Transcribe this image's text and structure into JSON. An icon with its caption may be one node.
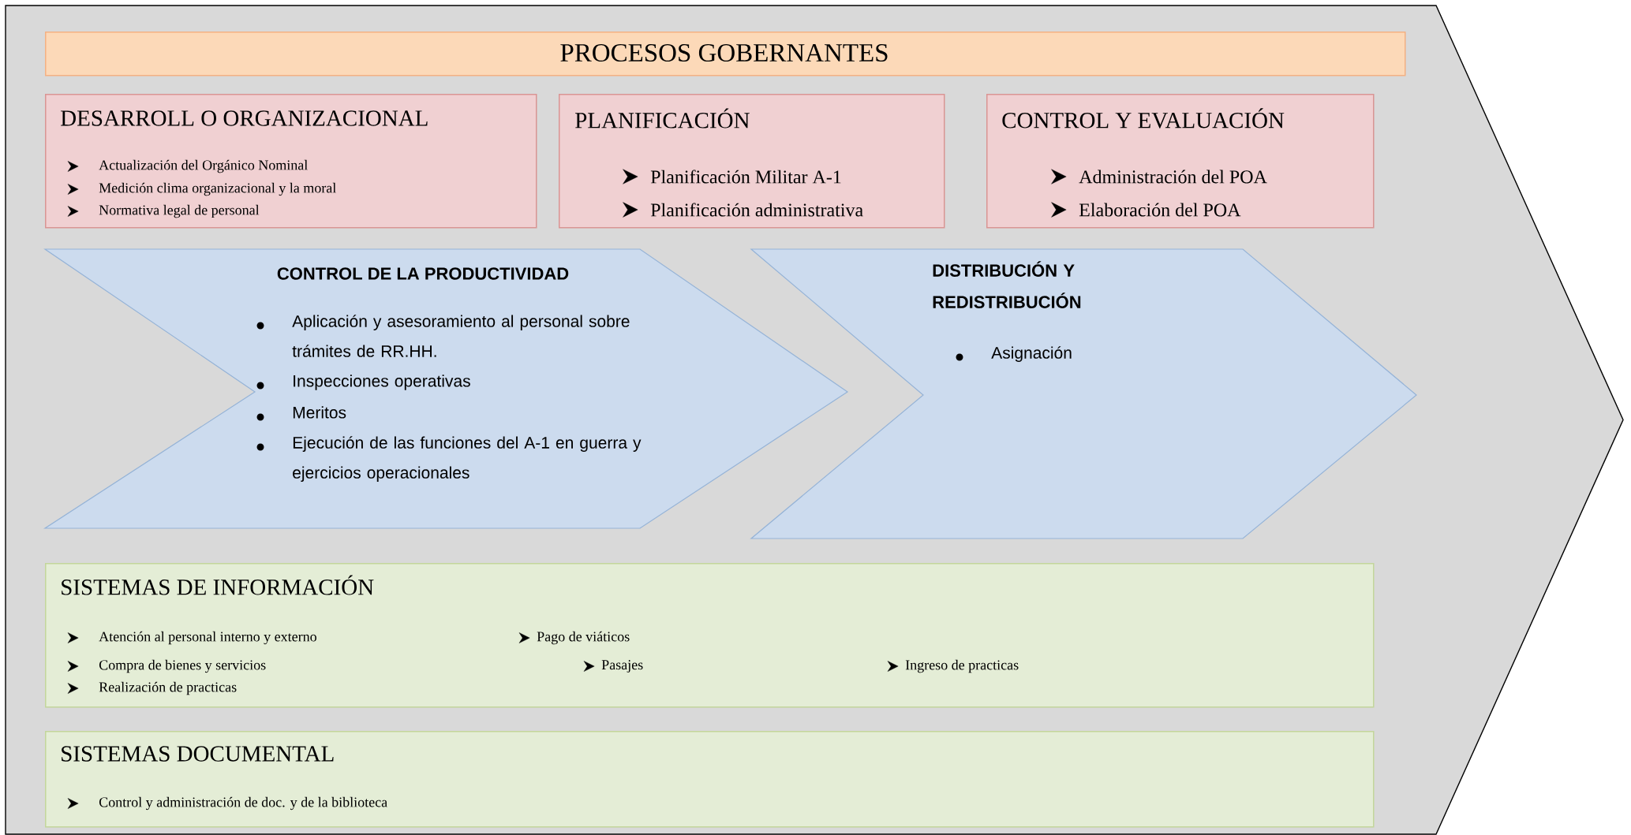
{
  "diagram": {
    "nodes": [
      {
        "text": [],
        "shape": "arrow"
      },
      {
        "text": [
          "PROCESOS GOBERNANTES"
        ],
        "in": 0
      },
      {
        "text": [
          "DESARROLL O ORGANIZACIONAL",
          "Actualización del Orgánico Nominal",
          "Medición clima organizacional y la moral",
          "Normativa legal de personal"
        ],
        "in": 0
      },
      {
        "text": [
          "PLANIFICACIÓN",
          "Planificación Militar A-1",
          "Planificación administrativa"
        ],
        "in": 0
      },
      {
        "text": [
          "CONTROL Y EVALUACIÓN",
          "Administración del POA",
          "Elaboración del POA"
        ],
        "in": 0
      },
      {
        "text": [
          "CONTROL DE LA PRODUCTIVIDAD",
          "Aplicación y asesoramiento al personal sobre trámites de RR.HH.",
          "Inspecciones operativas",
          "Meritos",
          "Ejecución de las funciones del A-1 en guerra y ejercicios operacionales"
        ],
        "in": 0
      },
      {
        "text": [
          "DISTRIBUCIÓN Y REDISTRIBUCIÓN",
          "Asignación"
        ],
        "in": 0
      },
      {
        "text": [
          "SISTEMAS DE INFORMACIÓN",
          "Atención al personal interno y externo",
          "Pago de viáticos",
          "Compra de bienes y servicios",
          "Pasajes",
          "Ingreso de practicas",
          "Realización de practicas"
        ],
        "in": 0
      },
      {
        "text": [
          "SISTEMAS DOCUMENTAL",
          "Control y administración de doc. y de la biblioteca"
        ],
        "in": 0
      }
    ]
  }
}
